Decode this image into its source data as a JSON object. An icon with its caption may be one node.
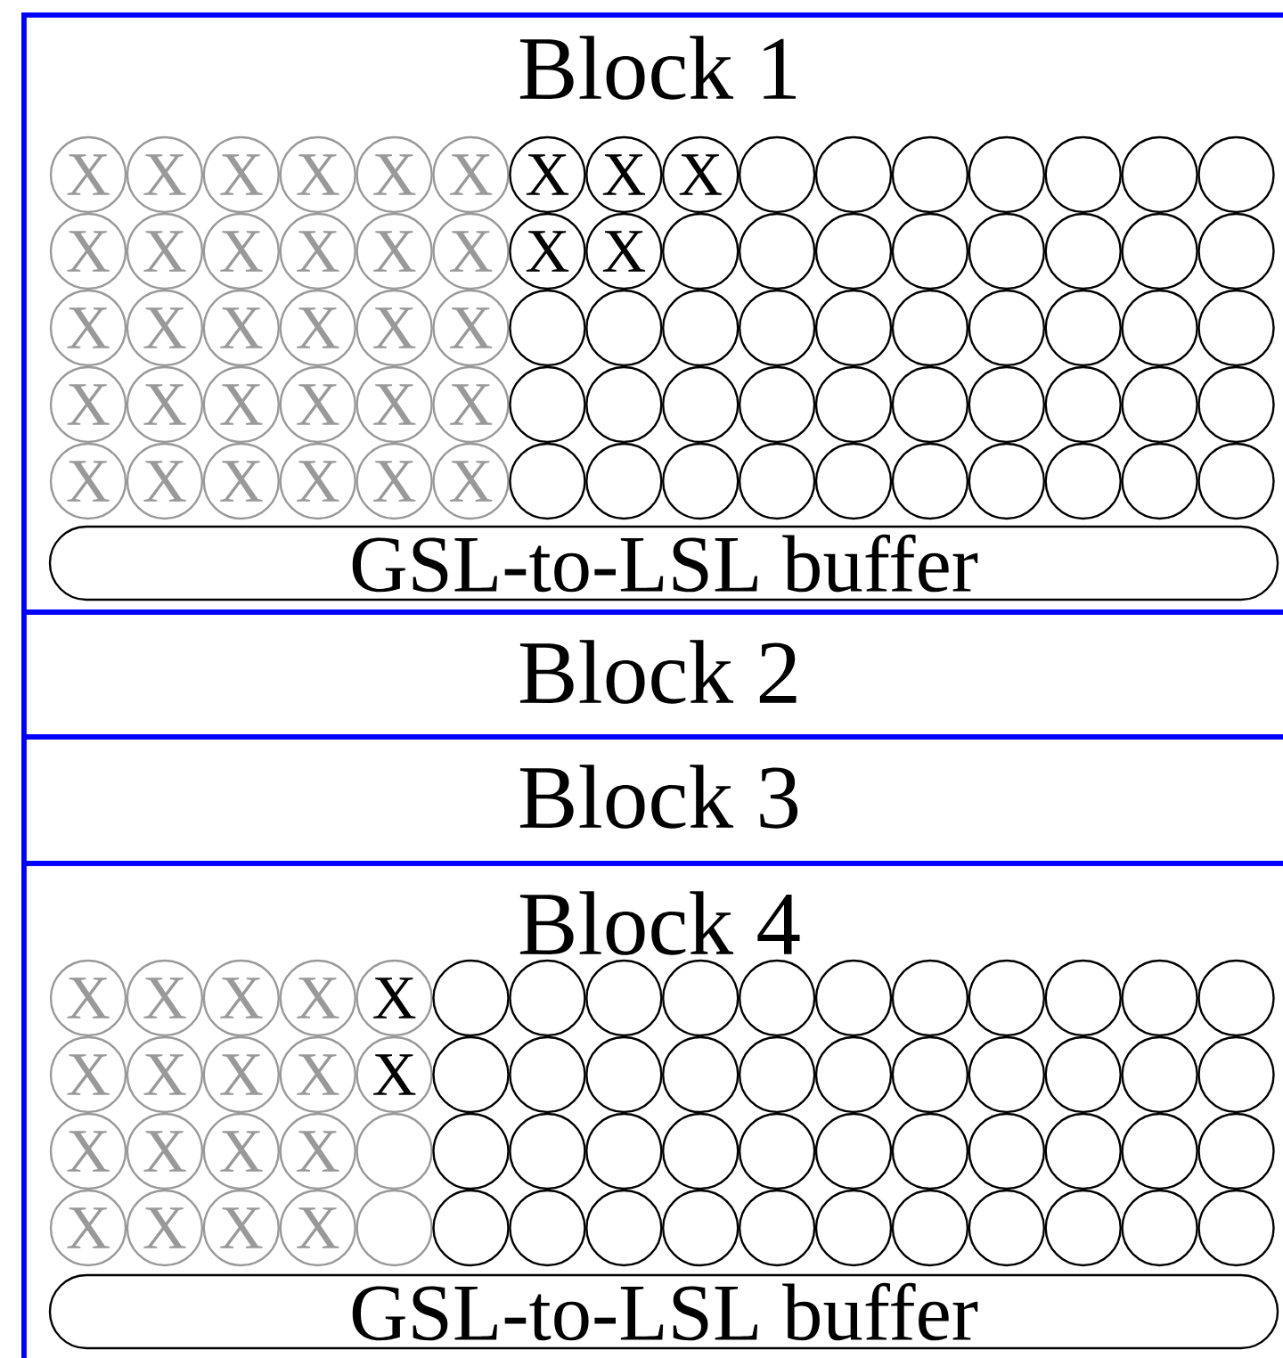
{
  "diagram": {
    "nodes": [
      {
        "text": [
          "Block 1"
        ]
      },
      {
        "text": [
          "X"
        ],
        "in": 0
      },
      {
        "text": [
          "X"
        ],
        "in": 0
      },
      {
        "text": [
          "X"
        ],
        "in": 0
      },
      {
        "text": [
          "X"
        ],
        "in": 0
      },
      {
        "text": [
          "X"
        ],
        "in": 0
      },
      {
        "text": [
          "X"
        ],
        "in": 0
      },
      {
        "text": [
          "X"
        ],
        "in": 0
      },
      {
        "text": [
          "X"
        ],
        "in": 0
      },
      {
        "text": [
          "X"
        ],
        "in": 0
      },
      {
        "text": [],
        "shape": "circle",
        "in": 0
      },
      {
        "text": [],
        "shape": "circle",
        "in": 0
      },
      {
        "text": [],
        "shape": "circle",
        "in": 0
      },
      {
        "text": [],
        "shape": "circle",
        "in": 0
      },
      {
        "text": [],
        "shape": "circle",
        "in": 0
      },
      {
        "text": [],
        "shape": "circle",
        "in": 0
      },
      {
        "text": [],
        "shape": "circle",
        "in": 0
      },
      {
        "text": [
          "X"
        ],
        "in": 0
      },
      {
        "text": [
          "X"
        ],
        "in": 0
      },
      {
        "text": [
          "X"
        ],
        "in": 0
      },
      {
        "text": [
          "X"
        ],
        "in": 0
      },
      {
        "text": [
          "X"
        ],
        "in": 0
      },
      {
        "text": [
          "X"
        ],
        "in": 0
      },
      {
        "text": [
          "X"
        ],
        "in": 0
      },
      {
        "text": [
          "X"
        ],
        "in": 0
      },
      {
        "text": [],
        "shape": "circle",
        "in": 0
      },
      {
        "text": [],
        "shape": "circle",
        "in": 0
      },
      {
        "text": [],
        "shape": "circle",
        "in": 0
      },
      {
        "text": [],
        "shape": "circle",
        "in": 0
      },
      {
        "text": [],
        "shape": "circle",
        "in": 0
      },
      {
        "text": [],
        "shape": "circle",
        "in": 0
      },
      {
        "text": [],
        "shape": "circle",
        "in": 0
      },
      {
        "text": [],
        "shape": "circle",
        "in": 0
      },
      {
        "text": [
          "X"
        ],
        "in": 0
      },
      {
        "text": [
          "X"
        ],
        "in": 0
      },
      {
        "text": [
          "X"
        ],
        "in": 0
      },
      {
        "text": [
          "X"
        ],
        "in": 0
      },
      {
        "text": [
          "X"
        ],
        "in": 0
      },
      {
        "text": [
          "X"
        ],
        "in": 0
      },
      {
        "text": [],
        "shape": "circle",
        "in": 0
      },
      {
        "text": [],
        "shape": "circle",
        "in": 0
      },
      {
        "text": [],
        "shape": "circle",
        "in": 0
      },
      {
        "text": [],
        "shape": "circle",
        "in": 0
      },
      {
        "text": [],
        "shape": "circle",
        "in": 0
      },
      {
        "text": [],
        "shape": "circle",
        "in": 0
      },
      {
        "text": [],
        "shape": "circle",
        "in": 0
      },
      {
        "text": [],
        "shape": "circle",
        "in": 0
      },
      {
        "text": [],
        "shape": "circle",
        "in": 0
      },
      {
        "text": [],
        "shape": "circle",
        "in": 0
      },
      {
        "text": [
          "X"
        ],
        "in": 0
      },
      {
        "text": [
          "X"
        ],
        "in": 0
      },
      {
        "text": [
          "X"
        ],
        "in": 0
      },
      {
        "text": [
          "X"
        ],
        "in": 0
      },
      {
        "text": [
          "X"
        ],
        "in": 0
      },
      {
        "text": [
          "X"
        ],
        "in": 0
      },
      {
        "text": [],
        "shape": "circle",
        "in": 0
      },
      {
        "text": [],
        "shape": "circle",
        "in": 0
      },
      {
        "text": [],
        "shape": "circle",
        "in": 0
      },
      {
        "text": [],
        "shape": "circle",
        "in": 0
      },
      {
        "text": [],
        "shape": "circle",
        "in": 0
      },
      {
        "text": [],
        "shape": "circle",
        "in": 0
      },
      {
        "text": [],
        "shape": "circle",
        "in": 0
      },
      {
        "text": [],
        "shape": "circle",
        "in": 0
      },
      {
        "text": [],
        "shape": "circle",
        "in": 0
      },
      {
        "text": [],
        "shape": "circle",
        "in": 0
      },
      {
        "text": [
          "X"
        ],
        "in": 0
      },
      {
        "text": [
          "X"
        ],
        "in": 0
      },
      {
        "text": [
          "X"
        ],
        "in": 0
      },
      {
        "text": [
          "X"
        ],
        "in": 0
      },
      {
        "text": [
          "X"
        ],
        "in": 0
      },
      {
        "text": [
          "X"
        ],
        "in": 0
      },
      {
        "text": [],
        "shape": "circle",
        "in": 0
      },
      {
        "text": [],
        "shape": "circle",
        "in": 0
      },
      {
        "text": [],
        "shape": "circle",
        "in": 0
      },
      {
        "text": [],
        "shape": "circle",
        "in": 0
      },
      {
        "text": [],
        "shape": "circle",
        "in": 0
      },
      {
        "text": [],
        "shape": "circle",
        "in": 0
      },
      {
        "text": [],
        "shape": "circle",
        "in": 0
      },
      {
        "text": [],
        "shape": "circle",
        "in": 0
      },
      {
        "text": [],
        "shape": "circle",
        "in": 0
      },
      {
        "text": [],
        "shape": "circle",
        "in": 0
      },
      {
        "text": [
          "GSL-to-LSL buffer"
        ],
        "in": 0
      },
      {
        "text": [
          "Block 2"
        ]
      },
      {
        "text": [
          "Block 3"
        ]
      },
      {
        "text": [
          "Block 4"
        ]
      },
      {
        "text": [
          "X"
        ],
        "in": 84
      },
      {
        "text": [
          "X"
        ],
        "in": 84
      },
      {
        "text": [
          "X"
        ],
        "in": 84
      },
      {
        "text": [
          "X"
        ],
        "in": 84
      },
      {
        "text": [
          "X"
        ],
        "in": 84
      },
      {
        "text": [],
        "shape": "circle",
        "in": 84
      },
      {
        "text": [],
        "shape": "circle",
        "in": 84
      },
      {
        "text": [],
        "shape": "circle",
        "in": 84
      },
      {
        "text": [],
        "shape": "circle",
        "in": 84
      },
      {
        "text": [],
        "shape": "circle",
        "in": 84
      },
      {
        "text": [],
        "shape": "circle",
        "in": 84
      },
      {
        "text": [],
        "shape": "circle",
        "in": 84
      },
      {
        "text": [],
        "shape": "circle",
        "in": 84
      },
      {
        "text": [],
        "shape": "circle",
        "in": 84
      },
      {
        "text": [],
        "shape": "circle",
        "in": 84
      },
      {
        "text": [],
        "shape": "circle",
        "in": 84
      },
      {
        "text": [
          "X"
        ],
        "in": 84
      },
      {
        "text": [
          "X"
        ],
        "in": 84
      },
      {
        "text": [
          "X"
        ],
        "in": 84
      },
      {
        "text": [
          "X"
        ],
        "in": 84
      },
      {
        "text": [
          "X"
        ],
        "in": 84
      },
      {
        "text": [],
        "shape": "circle",
        "in": 84
      },
      {
        "text": [],
        "shape": "circle",
        "in": 84
      },
      {
        "text": [],
        "shape": "circle",
        "in": 84
      },
      {
        "text": [],
        "shape": "circle",
        "in": 84
      },
      {
        "text": [],
        "shape": "circle",
        "in": 84
      },
      {
        "text": [],
        "shape": "circle",
        "in": 84
      },
      {
        "text": [],
        "shape": "circle",
        "in": 84
      },
      {
        "text": [],
        "shape": "circle",
        "in": 84
      },
      {
        "text": [],
        "shape": "circle",
        "in": 84
      },
      {
        "text": [],
        "shape": "circle",
        "in": 84
      },
      {
        "text": [],
        "shape": "circle",
        "in": 84
      },
      {
        "text": [
          "X"
        ],
        "in": 84
      },
      {
        "text": [
          "X"
        ],
        "in": 84
      },
      {
        "text": [
          "X"
        ],
        "in": 84
      },
      {
        "text": [
          "X"
        ],
        "in": 84
      },
      {
        "text": [],
        "shape": "circle",
        "in": 84
      },
      {
        "text": [],
        "shape": "circle",
        "in": 84
      },
      {
        "text": [],
        "shape": "circle",
        "in": 84
      },
      {
        "text": [],
        "shape": "circle",
        "in": 84
      },
      {
        "text": [],
        "shape": "circle",
        "in": 84
      },
      {
        "text": [],
        "shape": "circle",
        "in": 84
      },
      {
        "text": [],
        "shape": "circle",
        "in": 84
      },
      {
        "text": [],
        "shape": "circle",
        "in": 84
      },
      {
        "text": [],
        "shape": "circle",
        "in": 84
      },
      {
        "text": [],
        "shape": "circle",
        "in": 84
      },
      {
        "text": [],
        "shape": "circle",
        "in": 84
      },
      {
        "text": [],
        "shape": "circle",
        "in": 84
      },
      {
        "text": [
          "X"
        ],
        "in": 84
      },
      {
        "text": [
          "X"
        ],
        "in": 84
      },
      {
        "text": [
          "X"
        ],
        "in": 84
      },
      {
        "text": [
          "X"
        ],
        "in": 84
      },
      {
        "text": [],
        "shape": "circle",
        "in": 84
      },
      {
        "text": [],
        "shape": "circle",
        "in": 84
      },
      {
        "text": [],
        "shape": "circle",
        "in": 84
      },
      {
        "text": [],
        "shape": "circle",
        "in": 84
      },
      {
        "text": [],
        "shape": "circle",
        "in": 84
      },
      {
        "text": [],
        "shape": "circle",
        "in": 84
      },
      {
        "text": [],
        "shape": "circle",
        "in": 84
      },
      {
        "text": [],
        "shape": "circle",
        "in": 84
      },
      {
        "text": [],
        "shape": "circle",
        "in": 84
      },
      {
        "text": [],
        "shape": "circle",
        "in": 84
      },
      {
        "text": [],
        "shape": "circle",
        "in": 84
      },
      {
        "text": [],
        "shape": "circle",
        "in": 84
      },
      {
        "text": [
          "GSL-to-LSL buffer"
        ],
        "in": 84
      }
    ]
  }
}
